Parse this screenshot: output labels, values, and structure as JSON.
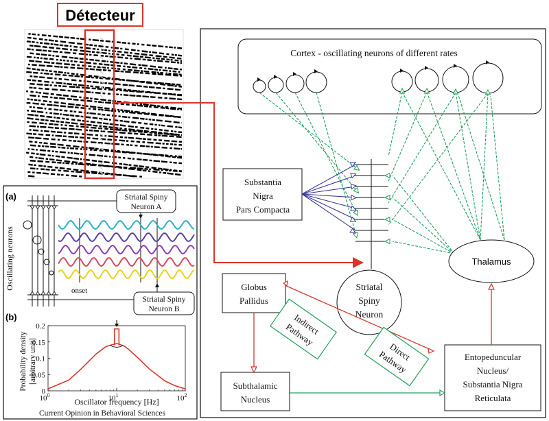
{
  "title": "Détecteur",
  "colors": {
    "red": "#d9342b",
    "green": "#1fa05a",
    "blue": "#3a3a9a",
    "black": "#111111",
    "wave_colors": [
      "#27b0c8",
      "#5a3ea6",
      "#8a3fb0",
      "#d34a5a",
      "#e8d21a"
    ]
  },
  "nodes": {
    "cortex": "Cortex - oscillating neurons of different rates",
    "snc": [
      "Substantia",
      "Nigra",
      "Pars Compacta"
    ],
    "thalamus": "Thalamus",
    "striatal": [
      "Striatal",
      "Spiny",
      "Neuron"
    ],
    "globus": [
      "Globus",
      "Pallidus"
    ],
    "stn": [
      "Subthalamic",
      "Nucleus"
    ],
    "entopeduncular": [
      "Entopeduncular",
      "Nucleus/",
      "Substantia Nigra",
      "Reticulata"
    ],
    "indirect": [
      "Indirect",
      "Pathway"
    ],
    "direct": [
      "Direct",
      "Pathway"
    ]
  },
  "panel_a": {
    "label": "(a)",
    "neuron_a": [
      "Striatal Spiny",
      "Neuron A"
    ],
    "neuron_b": [
      "Striatal Spiny",
      "Neuron B"
    ],
    "ylabel": "Oscillating neurons",
    "onset": "onset"
  },
  "panel_b": {
    "label": "(b)",
    "ylabel_line1": "Probability density",
    "ylabel_line2": "[arbitrary unit]",
    "xlabel": "Oscillator frequency [Hz]",
    "credit": "Current Opinion in Behavioral Sciences"
  },
  "chart_data": {
    "type": "line",
    "x_scale": "log",
    "xlim": [
      1,
      100
    ],
    "ylim": [
      0,
      0.2
    ],
    "x_ticks": [
      "10^0",
      "10^1",
      "10^2"
    ],
    "y_ticks": [
      "0",
      "0.05",
      "0.1",
      "0.15",
      "0.2"
    ],
    "series": [
      {
        "x": [
          1,
          2,
          3,
          5,
          7,
          9,
          10,
          11,
          13,
          15,
          20,
          30,
          50,
          70,
          100
        ],
        "values": [
          0.006,
          0.033,
          0.066,
          0.113,
          0.136,
          0.143,
          0.145,
          0.143,
          0.137,
          0.127,
          0.103,
          0.067,
          0.031,
          0.016,
          0.006
        ]
      }
    ],
    "peak": {
      "x_range": [
        9.3,
        10.8
      ],
      "y": 0.19
    }
  }
}
